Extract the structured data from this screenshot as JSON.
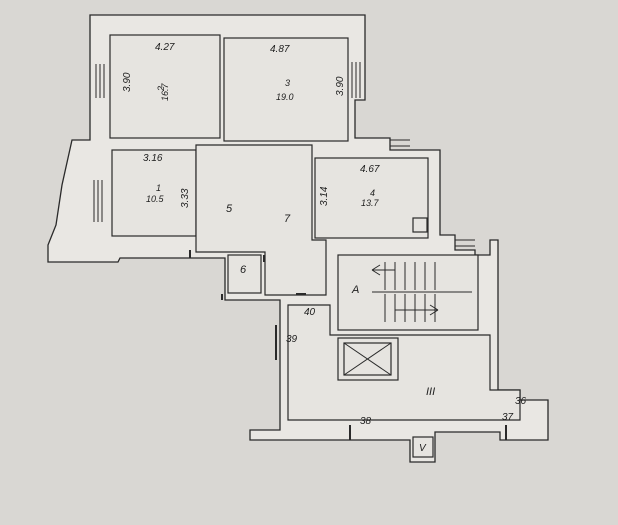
{
  "plan": {
    "colors": {
      "paper": "#e6e4e0",
      "wall": "#e9e7e3",
      "line": "#2a2a2a",
      "background": "#d9d7d3"
    },
    "rooms": {
      "room_2": {
        "number": "2",
        "area": "16.7",
        "width": "4.27",
        "depth": "3.90"
      },
      "room_3": {
        "number": "3",
        "area": "19.0",
        "width": "4.87",
        "depth": "3.90"
      },
      "room_1": {
        "number": "1",
        "area": "10.5",
        "width": "3.16",
        "depth": "3.33"
      },
      "room_4": {
        "number": "4",
        "area": "13.7",
        "width": "4.67",
        "depth": "3.14"
      },
      "room_5": {
        "number": "5"
      },
      "room_6": {
        "number": "6"
      },
      "room_7": {
        "number": "7"
      }
    },
    "stair_label": "A",
    "hall_label": "III",
    "corridor_labels": {
      "c40": "40",
      "c39": "39",
      "c38": "38",
      "c37": "37",
      "c36": "36",
      "cV": "V"
    }
  }
}
